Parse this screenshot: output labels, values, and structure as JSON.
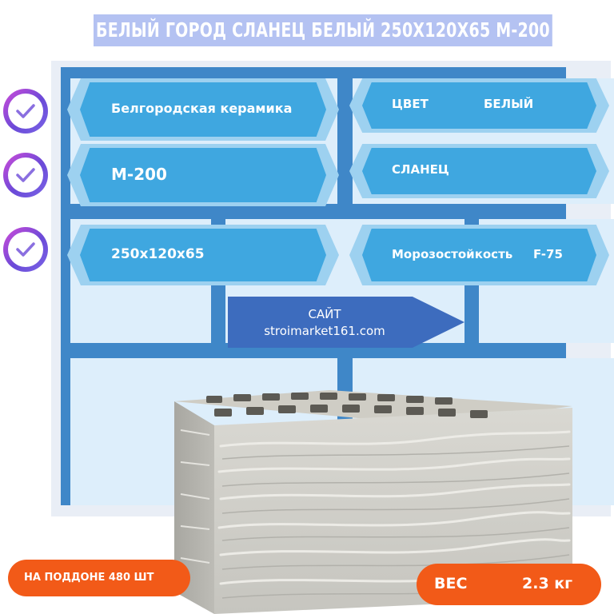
{
  "title": "БЕЛЫЙ ГОРОД СЛАНЕЦ БЕЛЫЙ 250Х120Х65 М-200",
  "specs": {
    "manufacturer": "Белгородская керамика",
    "color_label": "ЦВЕТ",
    "color_value": "БЕЛЫЙ",
    "grade": "М-200",
    "texture": "СЛАНЕЦ",
    "size": "250х120х65",
    "frost_label": "Морозостойкость",
    "frost_value": "F-75"
  },
  "site": {
    "label": "САЙТ",
    "url": "stroimarket161.com"
  },
  "pallet": "НА ПОДДОНЕ 480 ШТ",
  "weight": {
    "label": "ВЕС",
    "value": "2.3 кг"
  },
  "colors": {
    "frame": "#3f87c8",
    "cell": "#ddeefb",
    "hex_fill": "#3fa7e0",
    "hex_border": "#9dd1f0",
    "site_arrow": "#3d6cbe",
    "pill": "#f25a18",
    "title_bg": "#b4c2f2"
  },
  "icons": [
    "check-icon",
    "check-icon",
    "check-icon"
  ]
}
